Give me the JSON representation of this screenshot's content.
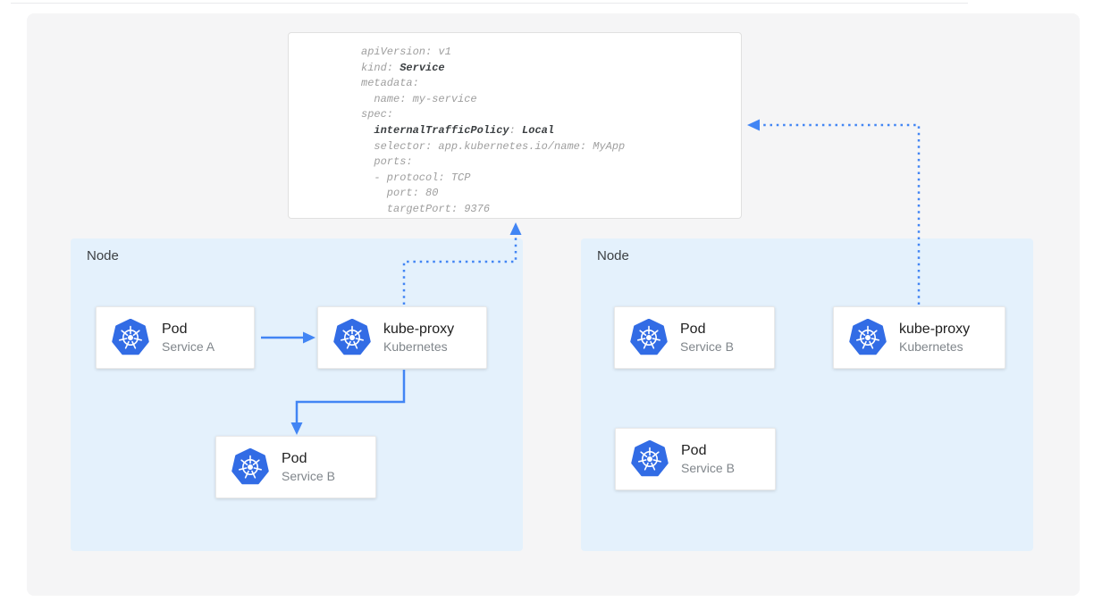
{
  "colors": {
    "accent_blue": "#4285f4",
    "kubernetes_icon_blue": "#326ce5",
    "node_fill": "#e4f1fc",
    "canvas_bg": "#f5f5f6",
    "code_text": "#9e9e9e",
    "code_bold_text": "#3c4043",
    "card_title_text": "#212121",
    "card_subtitle_text": "#80868b"
  },
  "yaml_card": {
    "line1": "apiVersion: v1",
    "line2_plain": "kind: ",
    "line2_bold": "Service",
    "line3": "metadata:",
    "line4": "  name: my-service",
    "line5": "spec:",
    "line6_indent": "  ",
    "line6_bold1": "internalTrafficPolicy",
    "line6_sep": ": ",
    "line6_bold2": "Local",
    "line7": "  selector: app.kubernetes.io/name: MyApp",
    "line8": "  ports:",
    "line9": "  - protocol: TCP",
    "line10": "    port: 80",
    "line11": "    targetPort: 9376"
  },
  "nodes": [
    {
      "label": "Node",
      "boxes": [
        {
          "title": "Pod",
          "subtitle": "Service A"
        },
        {
          "title": "kube-proxy",
          "subtitle": "Kubernetes"
        },
        {
          "title": "Pod",
          "subtitle": "Service B"
        }
      ]
    },
    {
      "label": "Node",
      "boxes": [
        {
          "title": "Pod",
          "subtitle": "Service B"
        },
        {
          "title": "kube-proxy",
          "subtitle": "Kubernetes"
        },
        {
          "title": "Pod",
          "subtitle": "Service B"
        }
      ]
    }
  ],
  "icons": {
    "kubernetes": "kubernetes-logo"
  }
}
